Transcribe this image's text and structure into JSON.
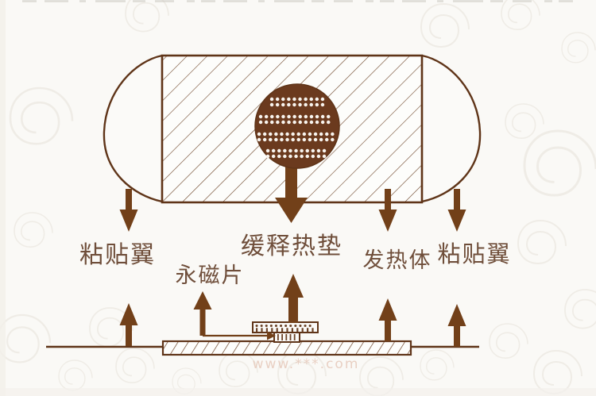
{
  "labels": {
    "adhesive_wing_left": "粘贴翼",
    "magnet_piece": "永磁片",
    "slow_release_heat_pad": "缓释热垫",
    "heating_element": "发热体",
    "adhesive_wing_right": "粘贴翼"
  },
  "watermark": "www.***.com",
  "colors": {
    "outline_brown": "#5f3418",
    "solid_brown": "#724019",
    "hatch_brown": "#6b4226",
    "text_brown": "#6f4e3a",
    "background": "#faf9f6",
    "swirl": "#edeae3",
    "watermark_pink": "#e3c2b2"
  }
}
